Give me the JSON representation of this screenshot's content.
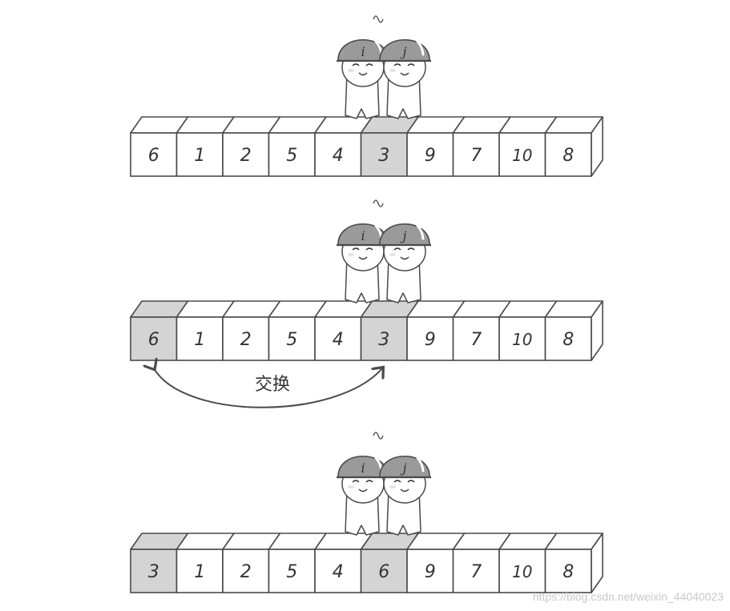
{
  "rows": [
    {
      "values": [
        "6",
        "1",
        "2",
        "5",
        "4",
        "3",
        "9",
        "7",
        "10",
        "8"
      ],
      "highlight": [
        5
      ]
    },
    {
      "values": [
        "6",
        "1",
        "2",
        "5",
        "4",
        "3",
        "9",
        "7",
        "10",
        "8"
      ],
      "highlight": [
        0,
        5
      ]
    },
    {
      "values": [
        "3",
        "1",
        "2",
        "5",
        "4",
        "6",
        "9",
        "7",
        "10",
        "8"
      ],
      "highlight": [
        0,
        5
      ]
    }
  ],
  "pointers": {
    "i": "i",
    "j": "j"
  },
  "swap_label": "交换",
  "watermark": "https://blog.csdn.net/weixin_44040023",
  "colors": {
    "highlight": "#d4d4d4",
    "stroke": "#4a4a4a",
    "cell": "#ffffff",
    "hat": "#9a9a9a"
  }
}
